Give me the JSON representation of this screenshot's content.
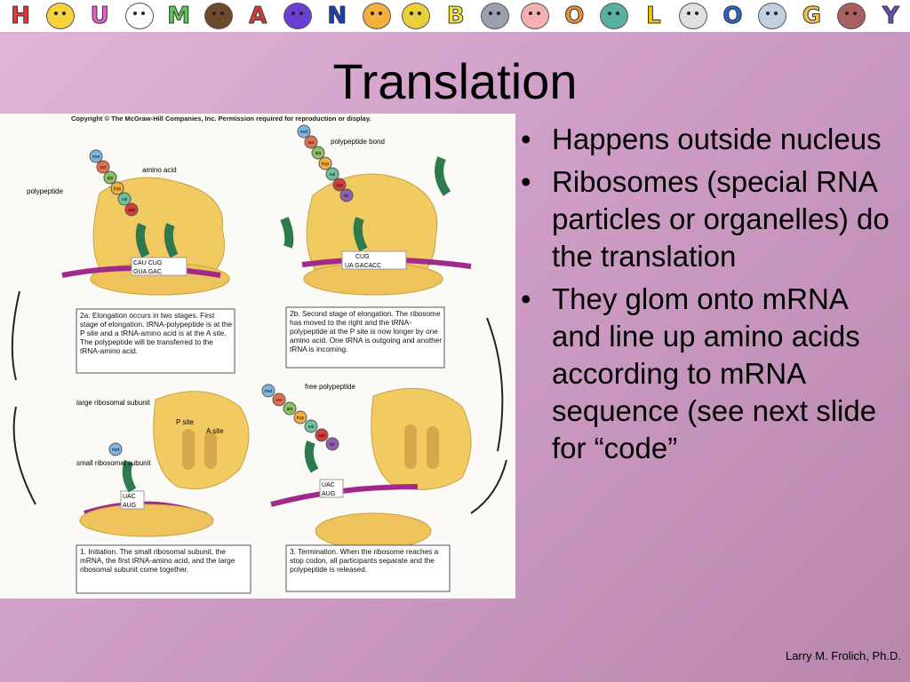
{
  "banner": {
    "letters": [
      "H",
      "",
      "U",
      "",
      "M",
      "",
      "A",
      "",
      "N",
      "",
      "",
      "B",
      "",
      "",
      "O",
      "",
      "L",
      "",
      "O",
      "",
      "G",
      "",
      "Y"
    ],
    "colors": [
      "#e23a3a",
      "#f4d33c",
      "#e85fd0",
      "#fff",
      "#5cc85c",
      "#6d4a2c",
      "#d83a3a",
      "#6a3fd1",
      "#1e3fb0",
      "#f3b03a",
      "#e9cf3c",
      "#f0e040",
      "#9aa0b0",
      "#f5b0b0",
      "#f09030",
      "#58b0a0",
      "#f6c000",
      "#e0e0e0",
      "#2a67c8",
      "#c0d0e0",
      "#f0c040",
      "#a86060",
      "#6a4fb0"
    ]
  },
  "title": "Translation",
  "figure": {
    "copyright": "Copyright © The McGraw-Hill Companies, Inc. Permission required for reproduction or display.",
    "panel_2a": {
      "labels": [
        "polypeptide",
        "amino acid"
      ],
      "amino": [
        "met",
        "ser",
        "ala",
        "tryp",
        "val",
        "asp"
      ],
      "codons_top": "CAU CUG",
      "codons_bottom": "GUA GAC",
      "caption": "2a. Elongation occurs in two stages. First stage of elongation. tRNA-polypeptide is at the P site and a tRNA-amino acid is at the A site. The polypeptide will be transferred to the tRNA-amino acid."
    },
    "panel_2b": {
      "labels": [
        "polypeptide bond"
      ],
      "amino": [
        "met",
        "ser",
        "ala",
        "tryp",
        "val",
        "asp",
        "thr"
      ],
      "codons_top": "CUG",
      "codons_bottom": "UA GACACC",
      "caption": "2b. Second stage of elongation. The ribosome has moved to the right and the tRNA-polypeptide at the P site is now longer by one amino acid. One tRNA is outgoing and another tRNA is incoming."
    },
    "panel_1": {
      "labels": [
        "large ribosomal subunit",
        "P site",
        "A site",
        "small ribosomal subunit"
      ],
      "amino": [
        "met"
      ],
      "codons_top": "UAC",
      "codons_bottom": "AUG",
      "caption": "1. Initiation. The small ribosomal subunit, the mRNA, the first tRNA-amino acid, and the large ribosomal subunit come together."
    },
    "panel_3": {
      "labels": [
        "free polypeptide"
      ],
      "amino": [
        "met",
        "ser",
        "ala",
        "tryp",
        "val",
        "asp",
        "thr"
      ],
      "codons_top": "UAC",
      "codons_bottom": "AUG",
      "caption": "3. Termination. When the ribosome reaches a stop codon, all participants separate and the polypeptide is released."
    }
  },
  "bullets": [
    "Happens outside nucleus",
    "Ribosomes (special RNA particles or organelles) do the translation",
    "They glom onto mRNA and line up amino acids according to mRNA sequence (see next slide for “code”"
  ],
  "bullet_symbol": "•",
  "footer": "Larry M. Frolich, Ph.D."
}
